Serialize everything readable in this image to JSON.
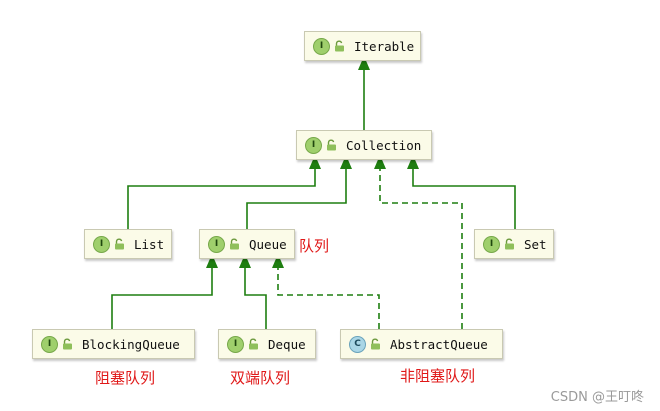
{
  "nodes": {
    "iterable": {
      "label": "Iterable",
      "kind": "I"
    },
    "collection": {
      "label": "Collection",
      "kind": "I"
    },
    "list": {
      "label": "List",
      "kind": "I"
    },
    "queue": {
      "label": "Queue",
      "kind": "I"
    },
    "set": {
      "label": "Set",
      "kind": "I"
    },
    "blocking_queue": {
      "label": "BlockingQueue",
      "kind": "I"
    },
    "deque": {
      "label": "Deque",
      "kind": "I"
    },
    "abstract_queue": {
      "label": "AbstractQueue",
      "kind": "C"
    }
  },
  "edges": [
    {
      "from": "collection",
      "to": "iterable",
      "style": "solid"
    },
    {
      "from": "list",
      "to": "collection",
      "style": "solid"
    },
    {
      "from": "queue",
      "to": "collection",
      "style": "solid"
    },
    {
      "from": "abstract_queue",
      "to": "collection",
      "style": "dashed"
    },
    {
      "from": "set",
      "to": "collection",
      "style": "solid"
    },
    {
      "from": "blocking_queue",
      "to": "queue",
      "style": "solid"
    },
    {
      "from": "deque",
      "to": "queue",
      "style": "solid"
    },
    {
      "from": "abstract_queue",
      "to": "queue",
      "style": "dashed"
    }
  ],
  "annotations": {
    "queue": "队列",
    "blocking_queue": "阻塞队列",
    "deque": "双端队列",
    "abstract_queue": "非阻塞队列"
  },
  "watermark": "CSDN @王叮咚",
  "colors": {
    "edge": "#1e7e10",
    "annotation": "#e01818",
    "node_fill": "#fbfbe8",
    "interface_badge": "#9fcf6c",
    "class_badge": "#a9d6e6"
  },
  "icons": {
    "interface_badge": "interface-badge-icon",
    "class_badge": "class-badge-icon",
    "visibility": "unlock-icon"
  }
}
